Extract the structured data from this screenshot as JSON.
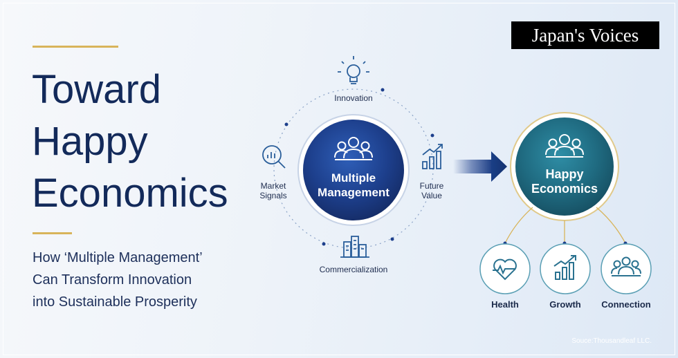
{
  "brand": {
    "badge": "Japan's Voices"
  },
  "headline": {
    "lines": [
      "Toward",
      "Happy",
      "Economics"
    ]
  },
  "subtitle": {
    "lines": [
      "How ‘Multiple Management’",
      "Can Transform Innovation",
      "into Sustainable Prosperity"
    ]
  },
  "cycle": {
    "center_label": [
      "Multiple",
      "Management"
    ],
    "nodes": {
      "top": {
        "label": "Innovation",
        "icon": "lightbulb-icon"
      },
      "left": {
        "label": [
          "Market",
          "Signals"
        ],
        "icon": "magnifier-chart-icon"
      },
      "right": {
        "label": [
          "Future",
          "Value"
        ],
        "icon": "bar-chart-icon"
      },
      "bottom": {
        "label": "Commercialization",
        "icon": "buildings-icon"
      }
    }
  },
  "outcome": {
    "label": [
      "Happy",
      "Economics"
    ],
    "branches": [
      {
        "label": "Health",
        "icon": "heart-pulse-icon"
      },
      {
        "label": "Growth",
        "icon": "growth-chart-icon"
      },
      {
        "label": "Connection",
        "icon": "people-group-icon"
      }
    ]
  },
  "source": "Souce:Thousandleaf LLC.",
  "colors": {
    "navy": "#132a5a",
    "center_circle": "#1d3f8c",
    "outcome_circle": "#1f6a80",
    "gold": "#d8b45a",
    "icon_blue": "#2a5e9a"
  }
}
